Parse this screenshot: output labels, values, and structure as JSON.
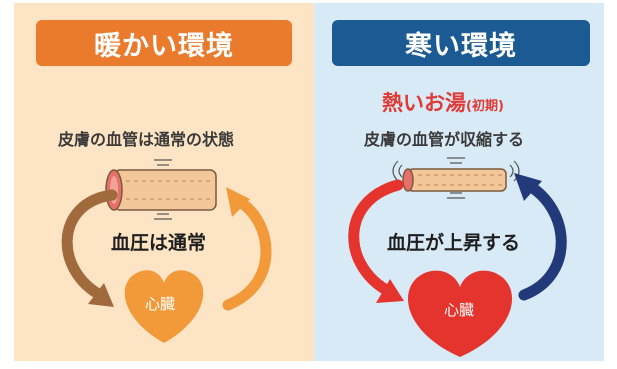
{
  "warm": {
    "title": "暖かい環境",
    "caption": "皮膚の血管は通常の状態",
    "center_text": "血圧は通常",
    "heart_label": "心臓"
  },
  "cold": {
    "title": "寒い環境",
    "subtitle": "熱いお湯",
    "subtitle_note": "(初期)",
    "caption": "皮膚の血管が収縮する",
    "center_text": "血圧が上昇する",
    "heart_label": "心臓"
  },
  "colors": {
    "warm_bg": "#fde4c5",
    "cold_bg": "#d8eaf6",
    "warm_title_bg": "#ea7a2c",
    "cold_title_bg": "#1c5a94",
    "warm_heart": "#f2993a",
    "cold_heart": "#e4342d",
    "vessel": "#f3c79a",
    "red_text": "#e03a36"
  }
}
